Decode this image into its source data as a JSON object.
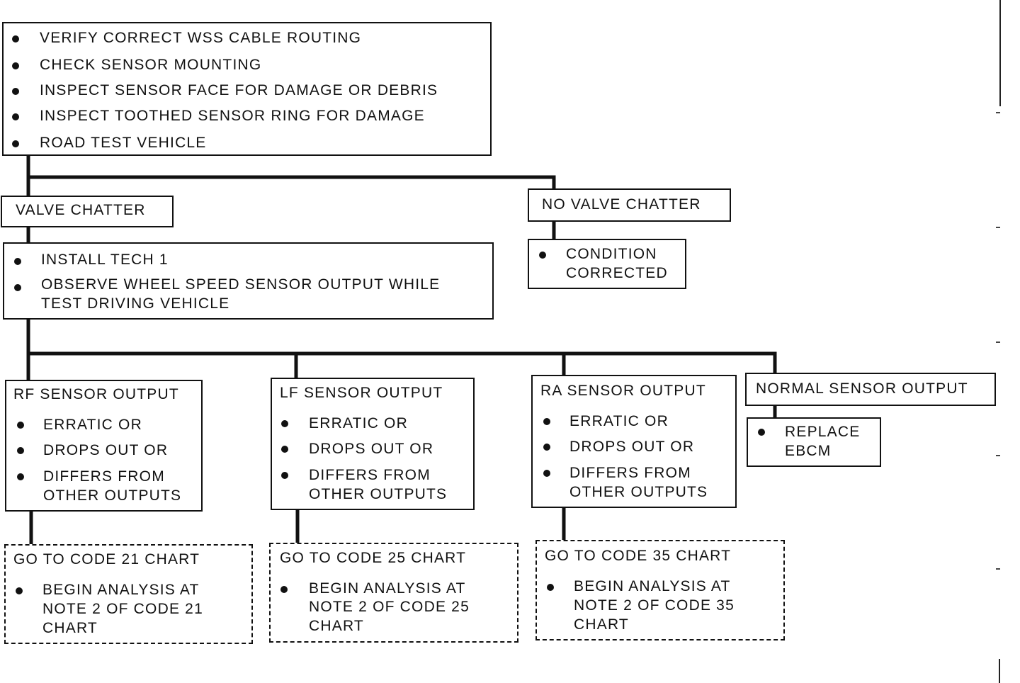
{
  "top_box": {
    "items": [
      "VERIFY CORRECT WSS CABLE ROUTING",
      "CHECK SENSOR MOUNTING",
      "INSPECT SENSOR FACE FOR DAMAGE OR DEBRIS",
      "INSPECT TOOTHED SENSOR RING FOR DAMAGE",
      "ROAD TEST VEHICLE"
    ]
  },
  "valve_chatter": {
    "label": "VALVE CHATTER"
  },
  "no_valve_chatter": {
    "label": "NO VALVE CHATTER",
    "result": [
      "CONDITION",
      "CORRECTED"
    ]
  },
  "tech1_box": {
    "items": [
      "INSTALL TECH 1",
      "OBSERVE  WHEEL  SPEED SENSOR OUTPUT WHILE",
      "TEST DRIVING VEHICLE"
    ]
  },
  "sensor_boxes": [
    {
      "title": "RF SENSOR OUTPUT",
      "items": [
        "ERRATIC OR",
        "DROPS OUT OR",
        "DIFFERS FROM",
        "OTHER OUTPUTS"
      ]
    },
    {
      "title": "LF SENSOR OUTPUT",
      "items": [
        "ERRATIC OR",
        "DROPS OUT OR",
        "DIFFERS FROM",
        "OTHER OUTPUTS"
      ]
    },
    {
      "title": "RA SENSOR OUTPUT",
      "items": [
        "ERRATIC OR",
        "DROPS OUT OR",
        "DIFFERS FROM",
        "OTHER OUTPUTS"
      ]
    }
  ],
  "normal_output": {
    "label": "NORMAL SENSOR OUTPUT",
    "result": [
      "REPLACE",
      "EBCM"
    ]
  },
  "code_boxes": [
    {
      "title": "GO TO CODE 21 CHART",
      "lines": [
        "BEGIN ANALYSIS AT",
        "NOTE 2 OF CODE 21",
        "CHART"
      ]
    },
    {
      "title": "GO TO CODE 25 CHART",
      "lines": [
        "BEGIN ANALYSIS AT",
        "NOTE 2 OF CODE 25",
        "CHART"
      ]
    },
    {
      "title": "GO TO CODE 35 CHART",
      "lines": [
        "BEGIN ANALYSIS AT",
        "NOTE 2 OF CODE 35",
        "CHART"
      ]
    }
  ]
}
